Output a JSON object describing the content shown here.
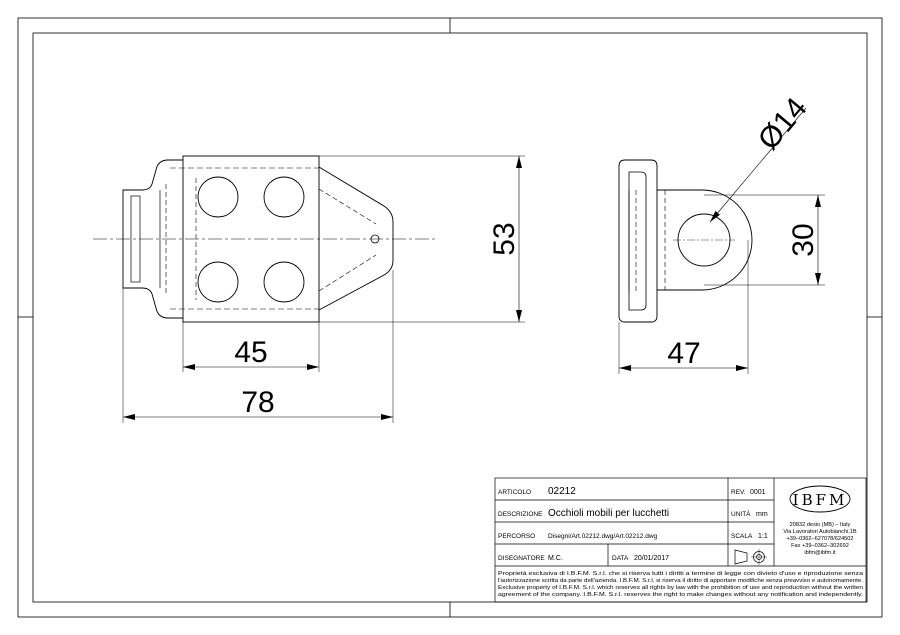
{
  "dimensions": {
    "d1": "45",
    "d2": "78",
    "d3": "53",
    "d4": "47",
    "d5": "30",
    "d6": "Ø14"
  },
  "title_block": {
    "articolo_label": "ARTICOLO",
    "articolo_value": "02212",
    "rev_label": "REV.",
    "rev_value": "0001",
    "descrizione_label": "DESCRIZIONE",
    "descrizione_value": "Occhioli mobili per lucchetti",
    "unita_label": "UNITÀ",
    "unita_value": "mm",
    "percorso_label": "PERCORSO",
    "percorso_value": "Disegni/Art.02212.dwg/Art.02212.dwg",
    "scala_label": "SCALA",
    "scala_value": "1:1",
    "disegnatore_label": "DISEGNATORE",
    "disegnatore_value": "M.C.",
    "data_label": "DATA",
    "data_value": "20/01/2017",
    "logo_text": "IBFM",
    "address_lines": [
      "20832 desio (MB) – Italy",
      "Via Lavoratori Autobianchi,1B",
      "+39–0362–627078/624502",
      "Fax +39–0362–302692",
      "ibfm@ibfm.it"
    ],
    "notice_lines": [
      "Proprietà esclusiva di I.B.F.M. S.r.l. che si riserva tutti i diritti a termine di legge con divieto d'uso e riproduzione senza",
      "l'autorizzazione scritta da parte dell'azienda. I.B.F.M. S.r.l. si riserva il diritto di apportare modifiche senza preavviso e autonomamente.",
      "Exclusive property of I.B.F.M. S.r.l. which reserves all rights by law with the prohibition of use and reproduction without the written",
      "agreement of the company. I.B.F.M. S.r.l. reserves the right to make changes without any notification and independently."
    ]
  }
}
